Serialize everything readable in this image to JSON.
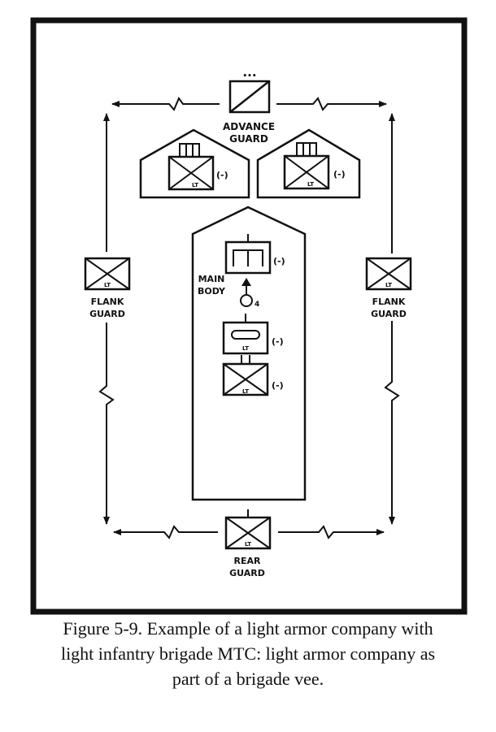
{
  "diagram": {
    "advance_guard": {
      "label_line1": "ADVANCE",
      "label_line2": "GUARD",
      "size_marks": "•••"
    },
    "main_body": {
      "label_line1": "MAIN",
      "label_line2": "BODY",
      "tank_modifier": "(-)",
      "hq_marker": "4",
      "recon_designator": "LT",
      "recon_modifier": "(-)",
      "infantry_designator": "LT",
      "infantry_modifier": "(-)"
    },
    "left_vee_unit": {
      "designator": "LT",
      "modifier": "(-)"
    },
    "right_vee_unit": {
      "designator": "LT",
      "modifier": "(-)"
    },
    "left_flank_guard": {
      "designator": "LT",
      "label_line1": "FLANK",
      "label_line2": "GUARD"
    },
    "right_flank_guard": {
      "designator": "LT",
      "label_line1": "FLANK",
      "label_line2": "GUARD"
    },
    "rear_guard": {
      "designator": "LT",
      "label_line1": "REAR",
      "label_line2": "GUARD"
    }
  },
  "caption": {
    "line1": "Figure 5-9.  Example of a light armor company with",
    "line2": "light infantry brigade MTC: light armor company as",
    "line3": "part of a brigade vee."
  }
}
